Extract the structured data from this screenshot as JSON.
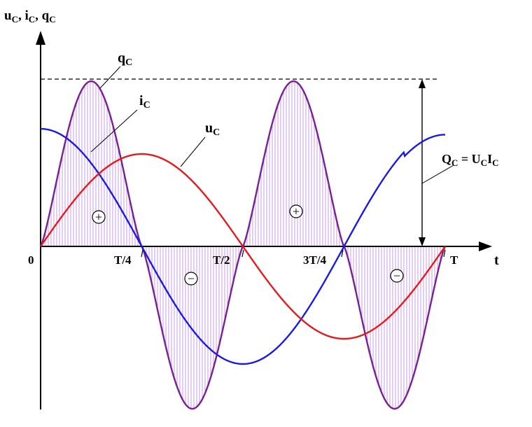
{
  "axes": {
    "y_label_u": "u",
    "y_label_i": "i",
    "y_label_q": "q",
    "y_label_sub": "C",
    "y_label_sep": ", ",
    "x_label": "t",
    "origin": "0",
    "ticks": [
      "T/4",
      "T/2",
      "3T/4",
      "T"
    ]
  },
  "curves": {
    "q_label": "q",
    "q_sub": "C",
    "i_label": "i",
    "i_sub": "C",
    "u_label": "u",
    "u_sub": "C"
  },
  "signs": [
    "+",
    "−",
    "+",
    "−"
  ],
  "annotation": {
    "Q": "Q",
    "Q_sub": "C",
    "eq": " = U",
    "U_sub": "C",
    "I": "I",
    "I_sub": "C"
  },
  "colors": {
    "q": "#7a1f96",
    "i": "#1a1ae6",
    "u": "#e61a1a",
    "hatch": "#c99be0",
    "axis": "#000000"
  }
}
